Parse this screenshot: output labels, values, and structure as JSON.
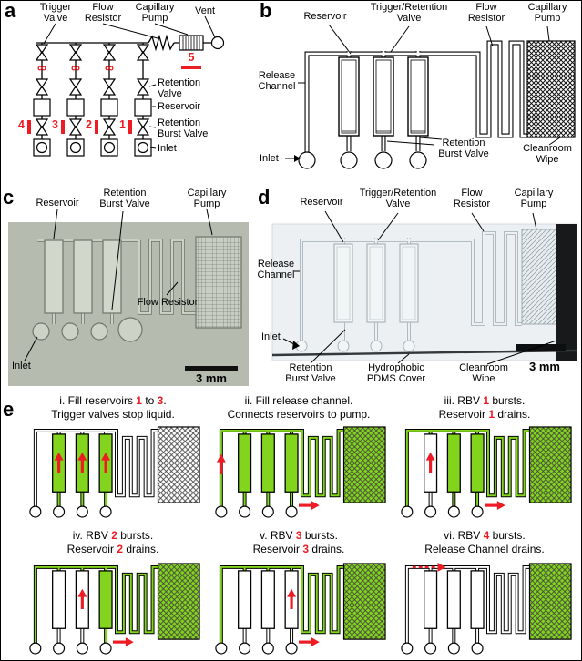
{
  "colors": {
    "red": "#ed1c24",
    "green": "#82d41c"
  },
  "panels": {
    "a": {
      "label": "a",
      "labels": {
        "trigger_valve": "Trigger\nValve",
        "flow_resistor": "Flow\nResistor",
        "capillary_pump": "Capillary\nPump",
        "vent": "Vent",
        "retention_valve": "Retention\nValve",
        "reservoir": "Reservoir",
        "retention_burst_valve": "Retention\nBurst Valve",
        "inlet": "Inlet",
        "infinity": "∞"
      },
      "numbers": {
        "rbv4": "4",
        "rbv3": "3",
        "rbv2": "2",
        "rbv1": "1",
        "pump": "5"
      }
    },
    "b": {
      "label": "b",
      "labels": {
        "reservoir": "Reservoir",
        "trigger_retention_valve": "Trigger/Retention\nValve",
        "flow_resistor": "Flow\nResistor",
        "capillary_pump": "Capillary\nPump",
        "release_channel": "Release\nChannel",
        "inlet": "Inlet",
        "retention_burst_valve": "Retention\nBurst Valve",
        "cleanroom_wipe": "Cleanroom\nWipe"
      }
    },
    "c": {
      "label": "c",
      "labels": {
        "reservoir": "Reservoir",
        "retention_burst_valve": "Retention\nBurst Valve",
        "capillary_pump": "Capillary\nPump",
        "flow_resistor": "Flow Resistor",
        "inlet": "Inlet",
        "scale": "3 mm"
      }
    },
    "d": {
      "label": "d",
      "labels": {
        "reservoir": "Reservoir",
        "trigger_retention_valve": "Trigger/Retention\nValve",
        "flow_resistor": "Flow\nResistor",
        "capillary_pump": "Capillary\nPump",
        "release_channel": "Release\nChannel",
        "inlet": "Inlet",
        "retention_burst_valve": "Retention\nBurst Valve",
        "hydrophobic_pdms_cover": "Hydrophobic\nPDMS Cover",
        "cleanroom_wipe": "Cleanroom\nWipe",
        "scale": "3 mm"
      }
    },
    "e": {
      "label": "e",
      "steps": [
        {
          "line1": [
            {
              "t": "i. Fill reservoirs "
            },
            {
              "t": "1",
              "red": true
            },
            {
              "t": " to "
            },
            {
              "t": "3",
              "red": true
            },
            {
              "t": "."
            }
          ],
          "line2": [
            {
              "t": "Trigger valves stop liquid."
            }
          ]
        },
        {
          "line1": [
            {
              "t": "ii. Fill release channel."
            }
          ],
          "line2": [
            {
              "t": "Connects reservoirs to pump."
            }
          ]
        },
        {
          "line1": [
            {
              "t": "iii. RBV "
            },
            {
              "t": "1",
              "red": true
            },
            {
              "t": " bursts."
            }
          ],
          "line2": [
            {
              "t": "Reservoir "
            },
            {
              "t": "1",
              "red": true
            },
            {
              "t": " drains."
            }
          ]
        },
        {
          "line1": [
            {
              "t": "iv. RBV "
            },
            {
              "t": "2",
              "red": true
            },
            {
              "t": " bursts."
            }
          ],
          "line2": [
            {
              "t": "Reservoir "
            },
            {
              "t": "2",
              "red": true
            },
            {
              "t": " drains."
            }
          ]
        },
        {
          "line1": [
            {
              "t": "v. RBV "
            },
            {
              "t": "3",
              "red": true
            },
            {
              "t": " bursts."
            }
          ],
          "line2": [
            {
              "t": "Reservoir "
            },
            {
              "t": "3",
              "red": true
            },
            {
              "t": " drains."
            }
          ]
        },
        {
          "line1": [
            {
              "t": "vi. RBV "
            },
            {
              "t": "4",
              "red": true
            },
            {
              "t": " bursts."
            }
          ],
          "line2": [
            {
              "t": "Release Channel drains."
            }
          ]
        }
      ]
    }
  }
}
